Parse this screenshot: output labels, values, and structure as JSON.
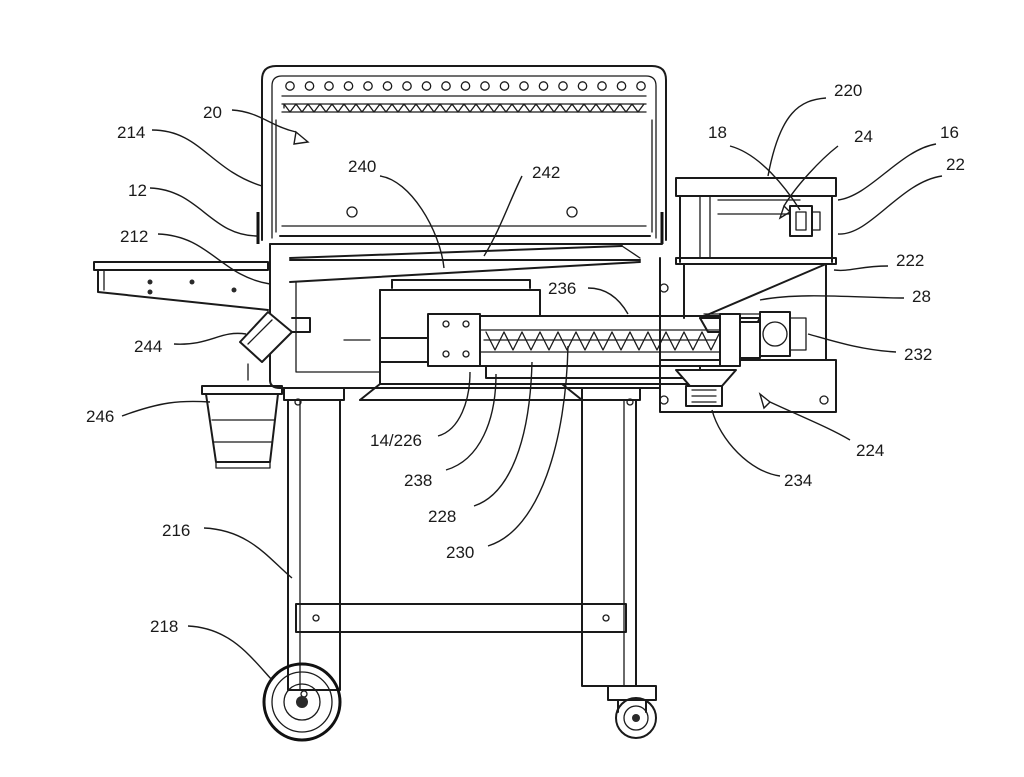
{
  "labels": {
    "l20": "20",
    "l214": "214",
    "l12": "12",
    "l212": "212",
    "l244": "244",
    "l246": "246",
    "l240": "240",
    "l242": "242",
    "l236": "236",
    "l14_226": "14/226",
    "l238": "238",
    "l228": "228",
    "l230": "230",
    "l216": "216",
    "l218": "218",
    "l220": "220",
    "l18": "18",
    "l24": "24",
    "l16": "16",
    "l22": "22",
    "l222": "222",
    "l28": "28",
    "l232": "232",
    "l224": "224",
    "l234": "234"
  }
}
